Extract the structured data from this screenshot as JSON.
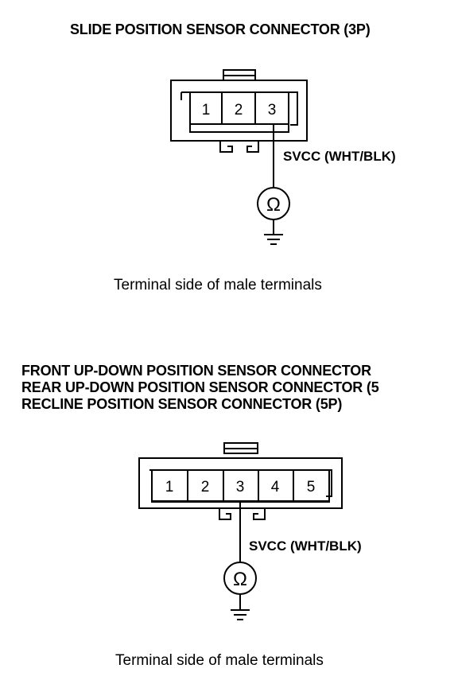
{
  "top": {
    "title": "SLIDE POSITION SENSOR CONNECTOR (3P)",
    "pins": [
      "1",
      "2",
      "3"
    ],
    "wire_label": "SVCC (WHT/BLK)",
    "meter_symbol": "Ω",
    "caption": "Terminal side of male terminals"
  },
  "bottom": {
    "titles": [
      "FRONT UP-DOWN POSITION SENSOR CONNECTOR",
      "REAR UP-DOWN POSITION SENSOR CONNECTOR (5",
      "RECLINE POSITION SENSOR CONNECTOR (5P)"
    ],
    "pins": [
      "1",
      "2",
      "3",
      "4",
      "5"
    ],
    "wire_label": "SVCC (WHT/BLK)",
    "meter_symbol": "Ω",
    "caption": "Terminal side of male terminals"
  }
}
